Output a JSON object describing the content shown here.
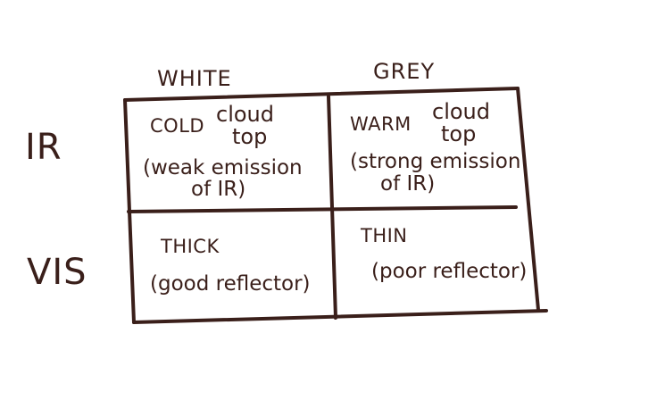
{
  "columns": {
    "left": "WHITE",
    "right": "GREY"
  },
  "rows": {
    "top": "IR",
    "bottom": "VIS"
  },
  "cells": {
    "ir_white": {
      "temp": "COLD",
      "cloud": "cloud",
      "top": "top",
      "line1": "(weak emission",
      "line2": "of IR)"
    },
    "ir_grey": {
      "temp": "WARM",
      "cloud": "cloud",
      "top": "top",
      "line1": "(strong emission",
      "line2": "of IR)"
    },
    "vis_white": {
      "title": "THICK",
      "desc": "(good reflector)"
    },
    "vis_grey": {
      "title": "THIN",
      "desc": "(poor reflector)"
    }
  },
  "colors": {
    "ink": "#3a1f1a",
    "paper": "#ffffff"
  }
}
